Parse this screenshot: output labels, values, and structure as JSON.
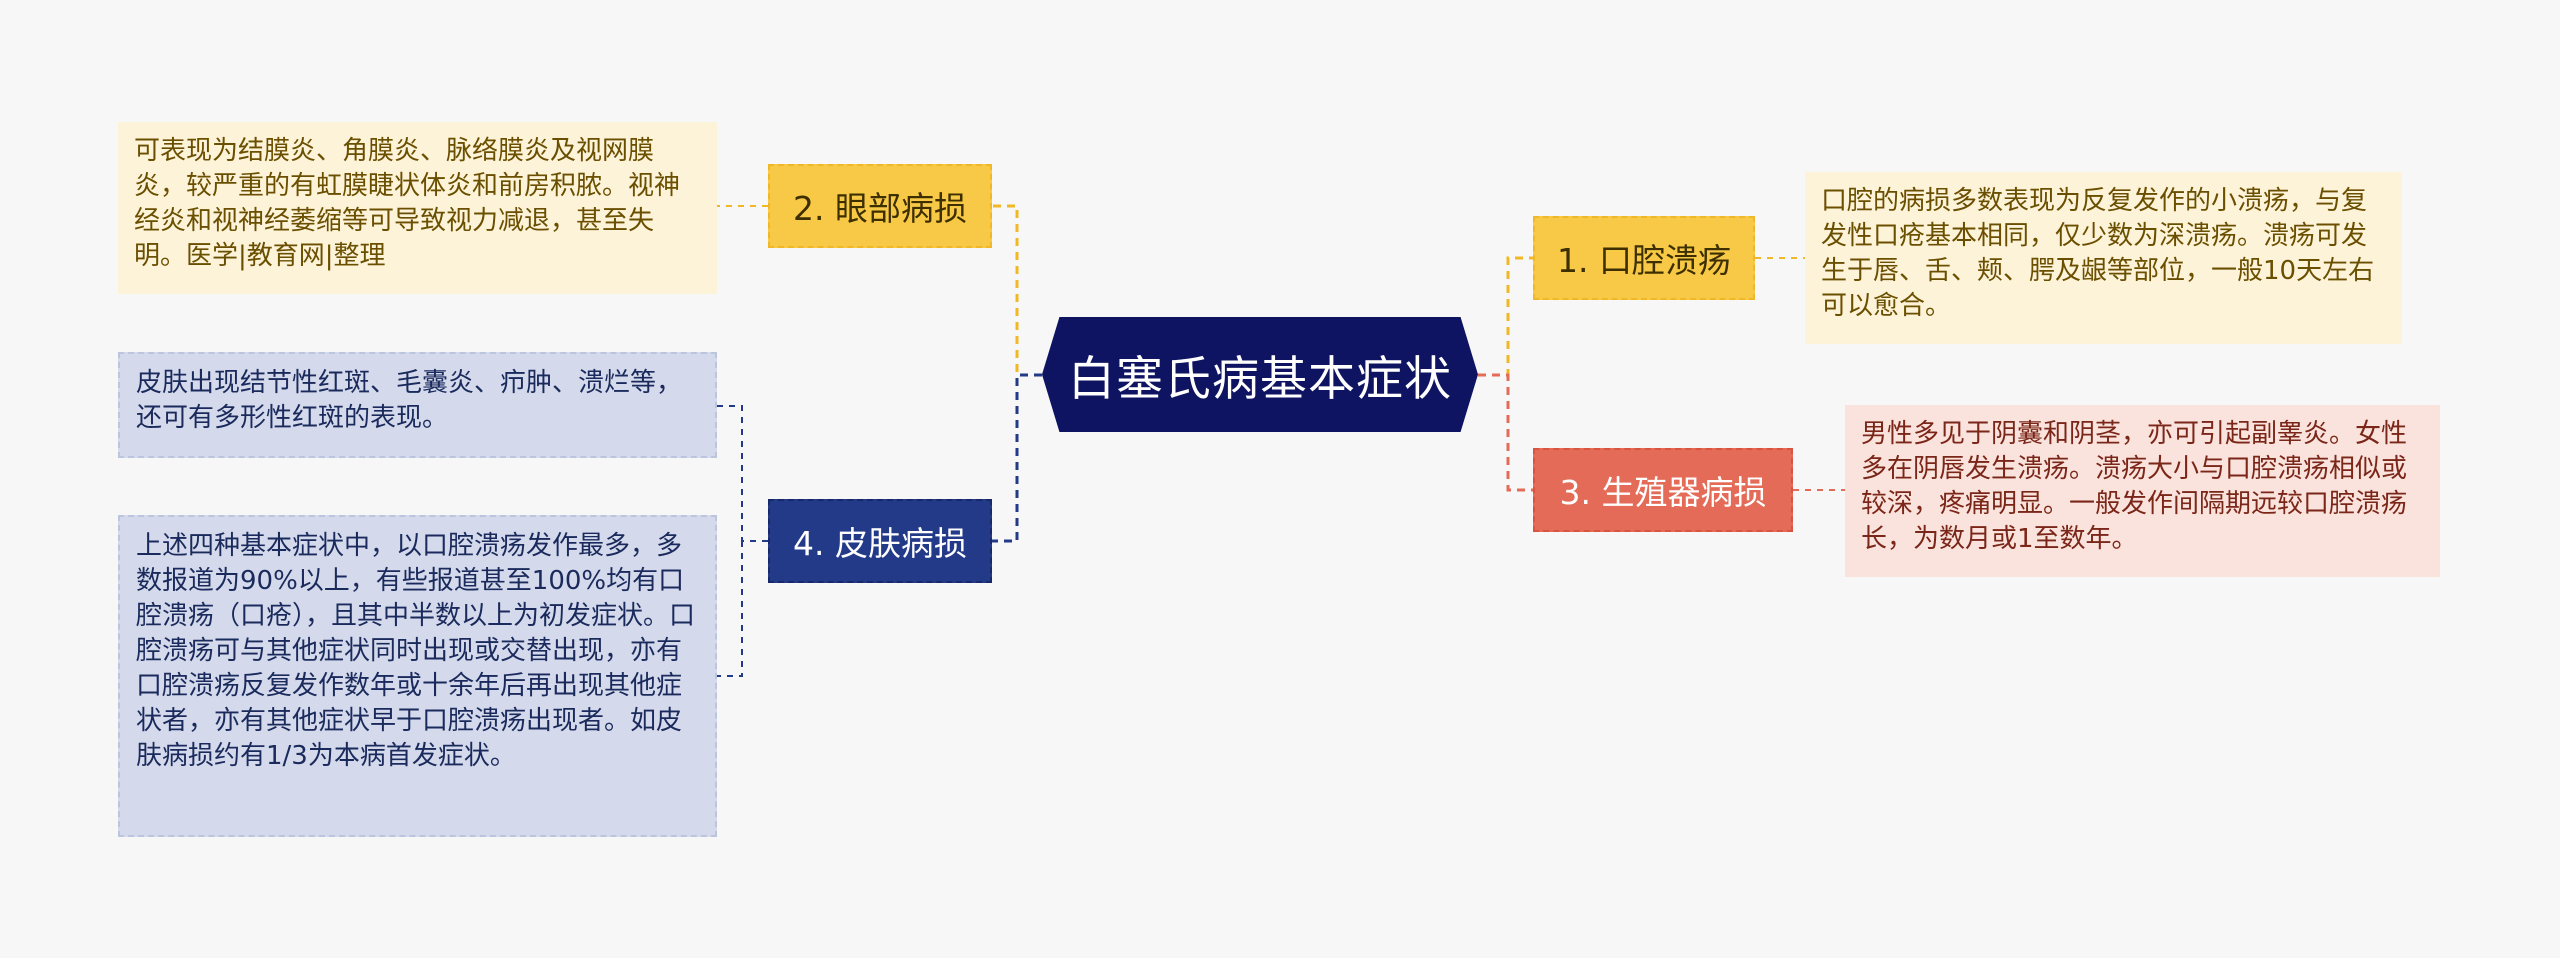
{
  "center": {
    "title": "白塞氏病基本症状"
  },
  "branches": {
    "b1": {
      "label": "1. 口腔溃疡"
    },
    "b2": {
      "label": "2. 眼部病损"
    },
    "b3": {
      "label": "3. 生殖器病损"
    },
    "b4": {
      "label": "4. 皮肤病损"
    }
  },
  "leaves": {
    "l1": {
      "text": "口腔的病损多数表现为反复发作的小溃疡，与复发性口疮基本相同，仅少数为深溃疡。溃疡可发生于唇、舌、颊、腭及龈等部位，一般10天左右可以愈合。"
    },
    "l2": {
      "text": "可表现为结膜炎、角膜炎、脉络膜炎及视网膜炎，较严重的有虹膜睫状体炎和前房积脓。视神经炎和视神经萎缩等可导致视力减退，甚至失明。医学|教育网|整理"
    },
    "l3": {
      "text": "男性多见于阴囊和阴茎，亦可引起副睾炎。女性多在阴唇发生溃疡。溃疡大小与口腔溃疡相似或较深，疼痛明显。一般发作间隔期远较口腔溃疡长，为数月或1至数年。"
    },
    "l4a": {
      "text": "皮肤出现结节性红斑、毛囊炎、疖肿、溃烂等，还可有多形性红斑的表现。"
    },
    "l4b": {
      "text": "上述四种基本症状中，以口腔溃疡发作最多，多数报道为90%以上，有些报道甚至100%均有口腔溃疡（口疮），且其中半数以上为初发症状。口腔溃疡可与其他症状同时出现或交替出现，亦有口腔溃疡反复发作数年或十余年后再出现其他症状者，亦有其他症状早于口腔溃疡出现者。如皮肤病损约有1/3为本病首发症状。"
    }
  },
  "colors": {
    "center": "#0e1461",
    "yellow": "#f8c946",
    "red": "#e46b57",
    "navy": "#233a88",
    "cream_bg": "#fdf3d8",
    "pink_bg": "#fbe3dd",
    "blue_bg": "#d4daeb"
  }
}
